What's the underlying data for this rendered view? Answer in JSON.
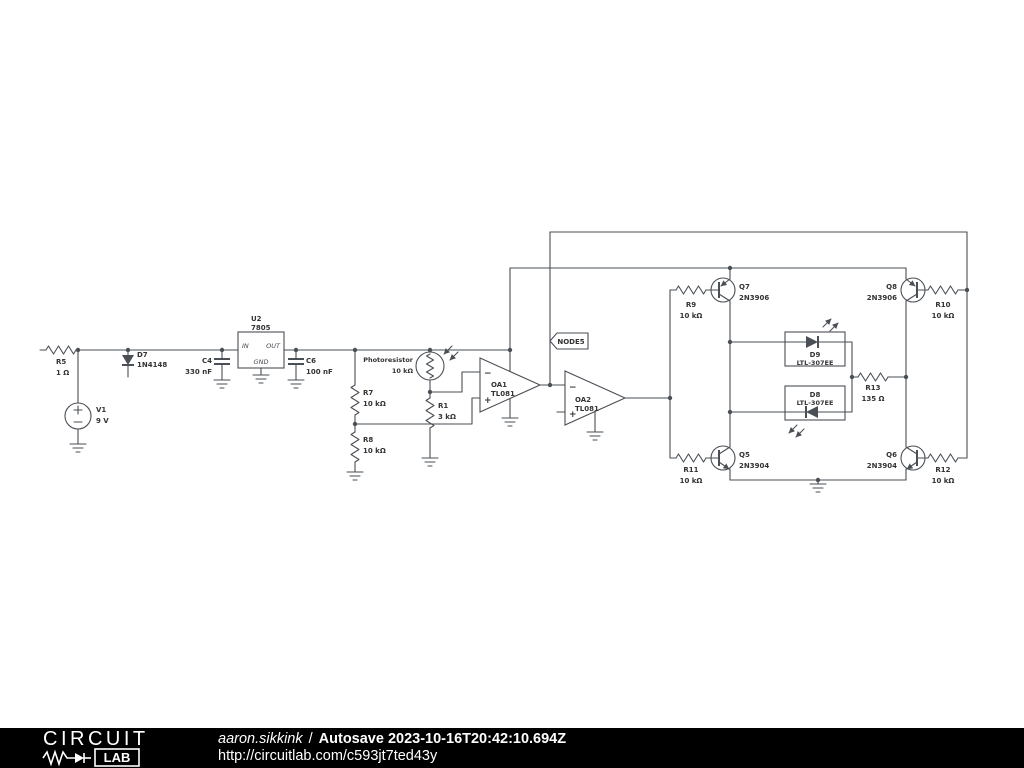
{
  "page": {
    "background": "#ffffff"
  },
  "colors": {
    "wire": "#4a4f55",
    "label": "#333333",
    "footer_bg": "#000000",
    "footer_fg": "#ffffff"
  },
  "footer": {
    "logo_circuit": "CIRCUIT",
    "logo_lab": "LAB",
    "author": "aaron.sikkink",
    "separator": "/",
    "title": "Autosave 2023-10-16T20:42:10.694Z",
    "url": "http://circuitlab.com/c593jt7ted43y"
  },
  "components": {
    "r5": {
      "name": "R5",
      "value": "1 Ω"
    },
    "v1": {
      "name": "V1",
      "value": "9 V"
    },
    "d7": {
      "name": "D7",
      "value": "1N4148"
    },
    "c4": {
      "name": "C4",
      "value": "330 nF"
    },
    "u2": {
      "name": "U2",
      "value": "7805",
      "pin_in": "IN",
      "pin_out": "OUT",
      "pin_gnd": "GND"
    },
    "c6": {
      "name": "C6",
      "value": "100 nF"
    },
    "photoresistor": {
      "name": "Photoresistor",
      "value": "10 kΩ"
    },
    "r7": {
      "name": "R7",
      "value": "10 kΩ"
    },
    "r8": {
      "name": "R8",
      "value": "10 kΩ"
    },
    "r1": {
      "name": "R1",
      "value": "3 kΩ"
    },
    "oa1": {
      "name": "OA1",
      "value": "TL081",
      "minus": "−",
      "plus": "+"
    },
    "oa2": {
      "name": "OA2",
      "value": "TL081",
      "minus": "−",
      "plus": "+"
    },
    "node5": {
      "name": "NODE5"
    },
    "r9": {
      "name": "R9",
      "value": "10 kΩ"
    },
    "q7": {
      "name": "Q7",
      "value": "2N3906"
    },
    "q8": {
      "name": "Q8",
      "value": "2N3906"
    },
    "r10": {
      "name": "R10",
      "value": "10 kΩ"
    },
    "d9": {
      "name": "D9",
      "value": "LTL-307EE"
    },
    "d8": {
      "name": "D8",
      "value": "LTL-307EE"
    },
    "r13": {
      "name": "R13",
      "value": "135 Ω"
    },
    "q5": {
      "name": "Q5",
      "value": "2N3904"
    },
    "r11": {
      "name": "R11",
      "value": "10 kΩ"
    },
    "q6": {
      "name": "Q6",
      "value": "2N3904"
    },
    "r12": {
      "name": "R12",
      "value": "10 kΩ"
    }
  }
}
